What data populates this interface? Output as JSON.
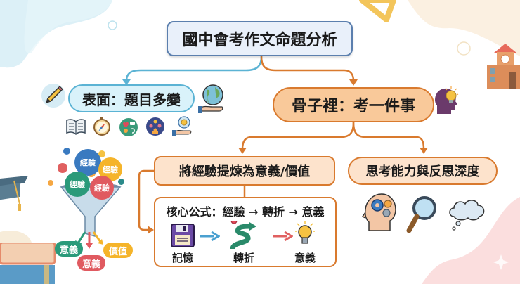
{
  "diagram": {
    "root": {
      "label": "國中會考作文命題分析"
    },
    "surface": {
      "label": "表面：題目多變",
      "icons": [
        "pencil-icon",
        "globe-in-hand-icon",
        "open-book-icon",
        "compass-icon",
        "emotions-icon",
        "people-network-icon",
        "money-in-hand-icon"
      ]
    },
    "core": {
      "label": "骨子裡：考一件事",
      "icon": "head-lightbulb-icon"
    },
    "refine": {
      "label": "將經驗提煉為意義/價值"
    },
    "think": {
      "label": "思考能力與反思深度",
      "icons": [
        "head-gears-icon",
        "magnifier-icon",
        "thought-cloud-icon"
      ]
    },
    "formula": {
      "title": "核心公式：經驗 → 轉折 → 意義",
      "steps": [
        {
          "label": "記憶",
          "icon": "floppy-disk-icon"
        },
        {
          "label": "轉折",
          "icon": "winding-road-icon"
        },
        {
          "label": "意義",
          "icon": "lightbulb-icon"
        }
      ]
    },
    "funnel": {
      "inputs": [
        "經驗",
        "經驗",
        "經驗",
        "經驗"
      ],
      "outputs": [
        "意義",
        "意義",
        "價值"
      ]
    },
    "colors": {
      "root_border": "#5b7fae",
      "surface_border": "#5bb3d4",
      "core_border": "#d97a2e",
      "core_fill": "#f9c99a",
      "refine_fill": "#fde3cc"
    }
  }
}
